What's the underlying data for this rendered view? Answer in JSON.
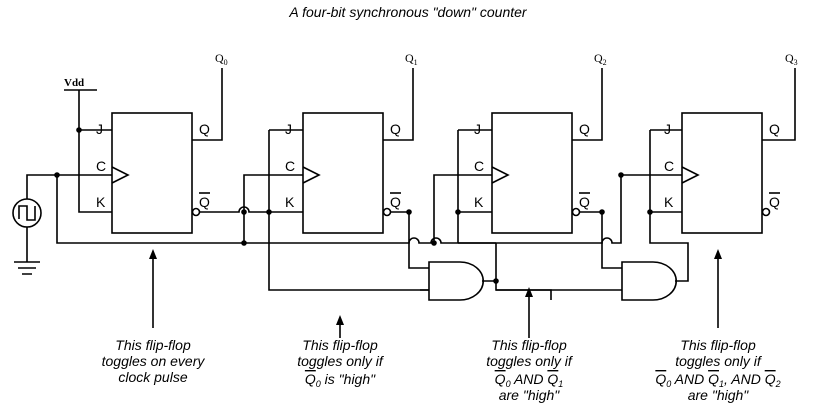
{
  "title": "A four-bit synchronous \"down\" counter",
  "supply_label": "Vdd",
  "pins": {
    "j": "J",
    "c": "C",
    "k": "K",
    "q": "Q",
    "qbar": "Q"
  },
  "outputs": [
    {
      "base": "Q",
      "sub": "0"
    },
    {
      "base": "Q",
      "sub": "1"
    },
    {
      "base": "Q",
      "sub": "2"
    },
    {
      "base": "Q",
      "sub": "3"
    }
  ],
  "notes": [
    {
      "line1": "This flip-flop",
      "line2": "toggles on every",
      "line3": "clock pulse"
    },
    {
      "line1": "This flip-flop",
      "line2": "toggles only if",
      "q0": "Q",
      "q0_sub": "0",
      "rest": " is \"high\""
    },
    {
      "line1": "This flip-flop",
      "line2": "toggles only if",
      "q0": "Q",
      "q0_sub": "0",
      "and1": " AND ",
      "q1": "Q",
      "q1_sub": "1",
      "line4": "are \"high\""
    },
    {
      "line1": "This flip-flop",
      "line2": "toggles only if",
      "q0": "Q",
      "q0_sub": "0",
      "and1": " AND ",
      "q1": "Q",
      "q1_sub": "1",
      "and2": ", AND ",
      "q2": "Q",
      "q2_sub": "2",
      "line4": "are \"high\""
    }
  ]
}
